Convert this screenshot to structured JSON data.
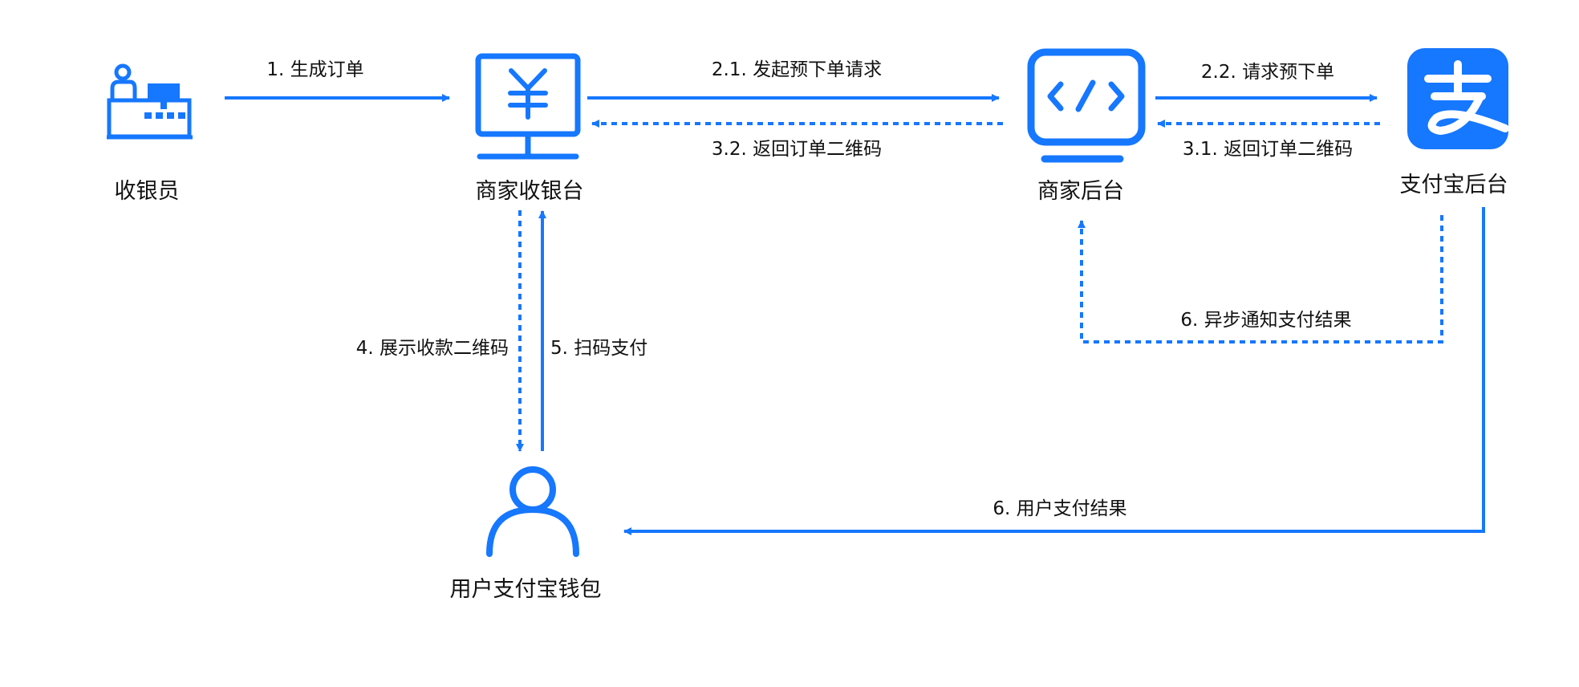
{
  "colors": {
    "accent": "#1677FF",
    "text": "#111111",
    "background": "#FFFFFF"
  },
  "nodes": {
    "cashier": {
      "label": "收银员",
      "icon": "cashier-icon"
    },
    "pos": {
      "label": "商家收银台",
      "icon": "yuan-monitor-icon"
    },
    "merchant_backend": {
      "label": "商家后台",
      "icon": "code-monitor-icon"
    },
    "alipay_backend": {
      "label": "支付宝后台",
      "icon": "alipay-logo-icon"
    },
    "wallet": {
      "label": "用户支付宝钱包",
      "icon": "user-icon"
    }
  },
  "edges": {
    "e1": {
      "label": "1. 生成订单",
      "style": "solid"
    },
    "e21": {
      "label": "2.1. 发起预下单请求",
      "style": "solid"
    },
    "e32": {
      "label": "3.2. 返回订单二维码",
      "style": "dashed"
    },
    "e22": {
      "label": "2.2. 请求预下单",
      "style": "solid"
    },
    "e31": {
      "label": "3.1. 返回订单二维码",
      "style": "dashed"
    },
    "e4": {
      "label": "4. 展示收款二维码",
      "style": "dashed"
    },
    "e5": {
      "label": "5. 扫码支付",
      "style": "solid"
    },
    "e6_async": {
      "label": "6. 异步通知支付结果",
      "style": "dashed"
    },
    "e6_user": {
      "label": "6. 用户支付结果",
      "style": "solid"
    }
  }
}
